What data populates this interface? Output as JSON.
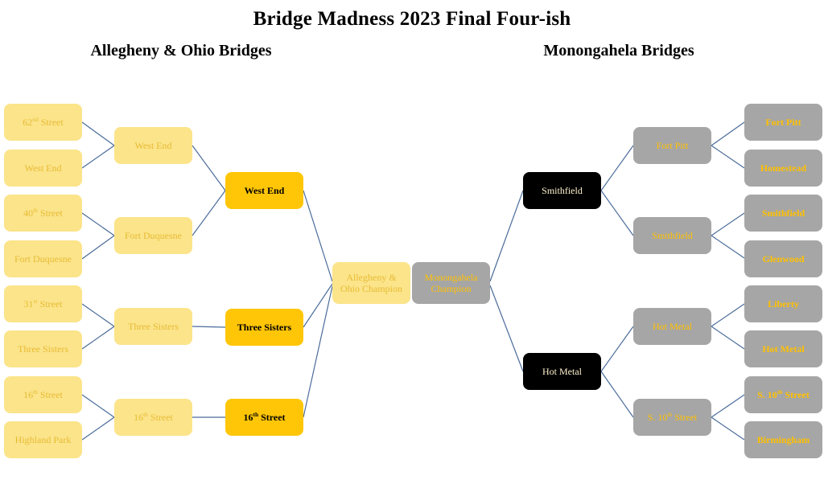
{
  "title": "Bridge Madness 2023 Final Four-ish",
  "left": {
    "heading": "Allegheny & Ohio Bridges",
    "round1": [
      "62^{nd} Street",
      "West End",
      "40^{th} Street",
      "Fort Duquesne",
      "31^{st} Street",
      "Three Sisters",
      "16^{th} Street",
      "Highland Park"
    ],
    "round2": [
      "West End",
      "Fort Duquesne",
      "Three Sisters",
      "16^{th} Street"
    ],
    "semifinal": [
      "West End",
      "Three Sisters",
      "16^{th} Street"
    ],
    "champion_label": "Allegheny & Ohio Champion"
  },
  "right": {
    "heading": "Monongahela Bridges",
    "round1": [
      "Fort Pitt",
      "Homestead",
      "Smithfield",
      "Glenwood",
      "Liberty",
      "Hot Metal",
      "S. 10^{th} Street",
      "Birmingham"
    ],
    "round2": [
      "Fort Pitt",
      "Smithfield",
      "Hot Metal",
      "S. 10^{th} Street"
    ],
    "semifinal": [
      "Smithfield",
      "Hot Metal"
    ],
    "champion_label": "Monongahela Champion"
  },
  "colors": {
    "pale_yellow_fill": "#FBE48A",
    "pale_yellow_text": "#E8BB35",
    "gold_fill": "#FFC607",
    "gold_text": "#000000",
    "gray_fill": "#A6A6A6",
    "gray_text": "#FFC000",
    "black_fill": "#000000",
    "black_text": "#FFF2CC",
    "connector_line": "#4A6B9A"
  }
}
